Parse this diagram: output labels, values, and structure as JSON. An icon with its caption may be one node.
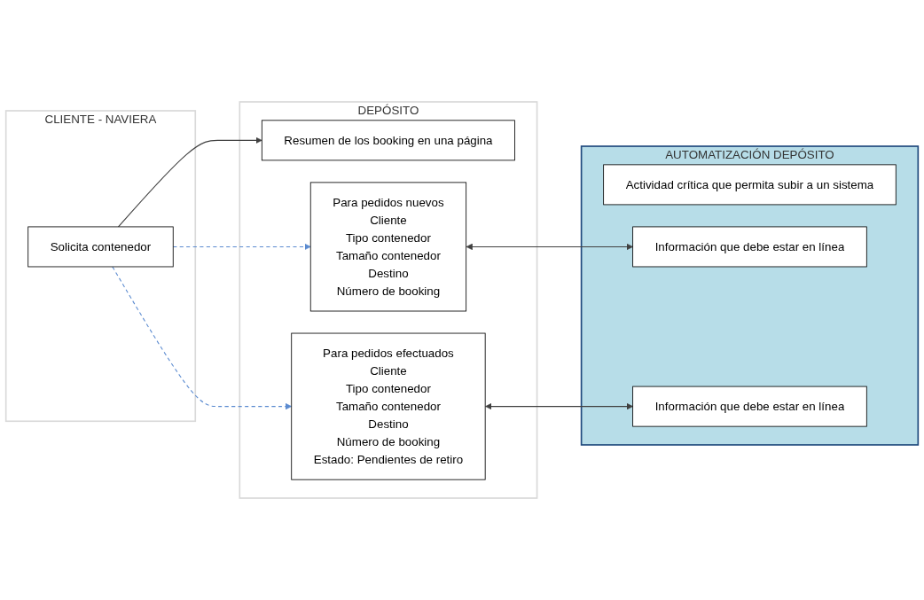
{
  "diagram": {
    "nodes": [
      {
        "text": [
          "CLIENTE - NAVIERA"
        ]
      },
      {
        "text": [
          "DEPÓSITO"
        ]
      },
      {
        "text": [
          "AUTOMATIZACIÓN DEPÓSITO"
        ]
      },
      {
        "text": [
          "Solicita contenedor"
        ],
        "in": 0
      },
      {
        "text": [
          "Resumen de los booking en una página"
        ],
        "in": 1
      },
      {
        "text": [
          "Actividad crítica que permita subir a un sistema"
        ],
        "in": 2
      },
      {
        "text": [
          "Para pedidos nuevos",
          "Cliente",
          "Tipo contenedor",
          "Tamaño contenedor",
          "Destino",
          "Número de booking"
        ],
        "in": 1
      },
      {
        "text": [
          "Información que debe estar en línea"
        ],
        "in": 2
      },
      {
        "text": [
          "Para pedidos efectuados",
          "Cliente",
          "Tipo contenedor",
          "Tamaño contenedor",
          "Destino",
          "Número de booking",
          "Estado: Pendientes de retiro"
        ],
        "in": 1
      },
      {
        "text": [
          "Información que debe estar en línea"
        ],
        "in": 2
      }
    ],
    "edges": [
      {
        "from": 3,
        "to": 4,
        "arrow": "to"
      },
      {
        "from": 3,
        "to": 6,
        "arrow": "to",
        "style": "dashed",
        "color": "#5b8bd0"
      },
      {
        "from": 3,
        "to": 8,
        "arrow": "to",
        "style": "dashed",
        "color": "#5b8bd0"
      },
      {
        "from": 6,
        "to": 7,
        "arrow": "both"
      },
      {
        "from": 8,
        "to": 9,
        "arrow": "both"
      }
    ]
  }
}
